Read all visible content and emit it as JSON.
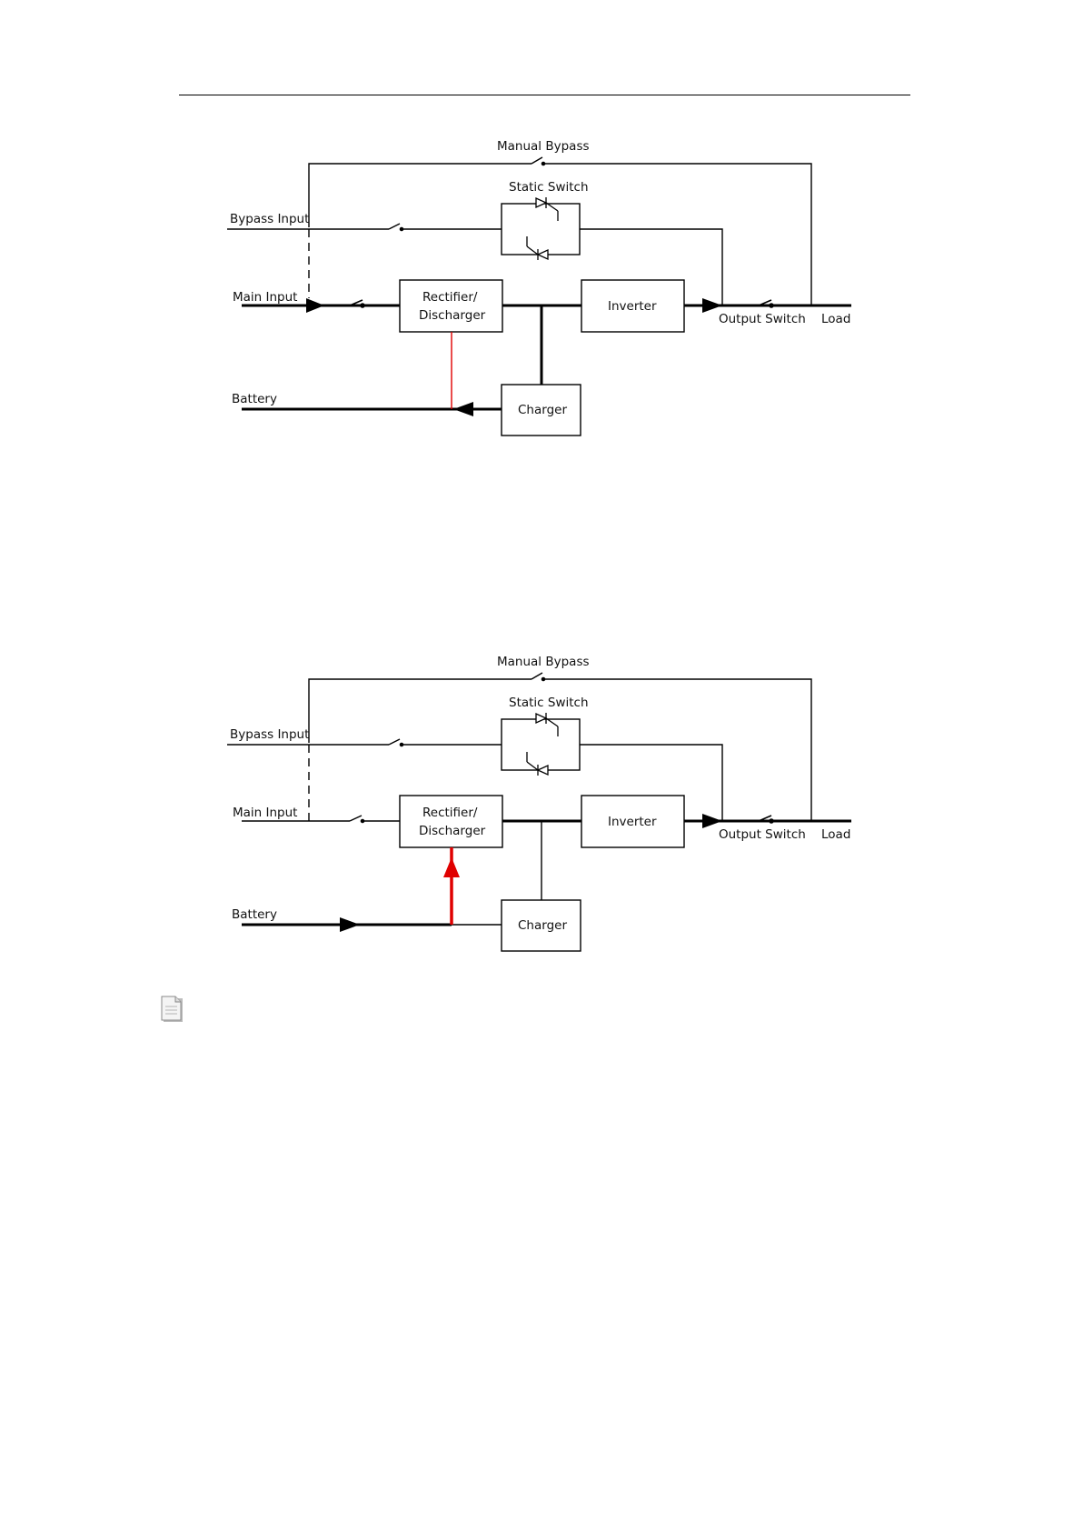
{
  "diagrams": [
    {
      "mode": "normal",
      "labels": {
        "manual_bypass": "Manual Bypass",
        "static_switch": "Static Switch",
        "bypass_input": "Bypass Input",
        "main_input": "Main Input",
        "rectifier_line1": "Rectifier/",
        "rectifier_line2": "Discharger",
        "inverter": "Inverter",
        "output_switch": "Output Switch",
        "load": "Load",
        "battery": "Battery",
        "charger": "Charger"
      },
      "highlight_color": "#e00000"
    },
    {
      "mode": "battery",
      "labels": {
        "manual_bypass": "Manual Bypass",
        "static_switch": "Static Switch",
        "bypass_input": "Bypass Input",
        "main_input": "Main Input",
        "rectifier_line1": "Rectifier/",
        "rectifier_line2": "Discharger",
        "inverter": "Inverter",
        "output_switch": "Output Switch",
        "load": "Load",
        "battery": "Battery",
        "charger": "Charger"
      },
      "highlight_color": "#e00000"
    }
  ],
  "note": {
    "icon": "note-document-icon"
  }
}
